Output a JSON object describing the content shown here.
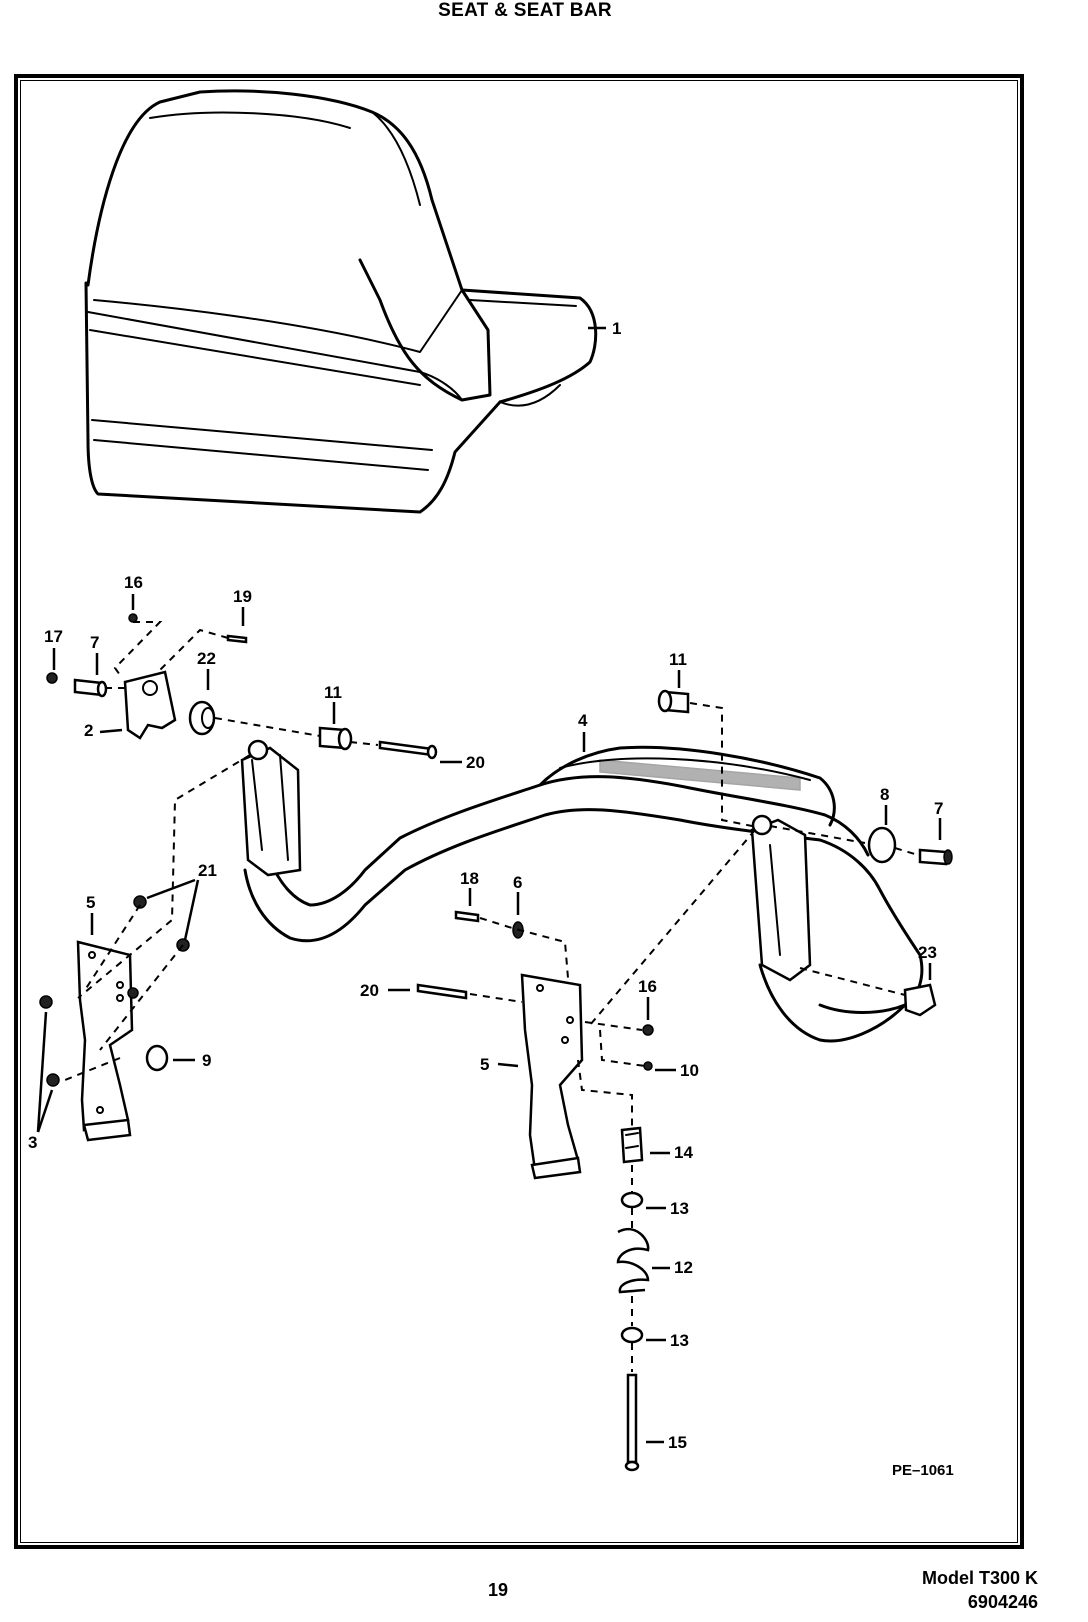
{
  "header": {
    "title": "SEAT & SEAT BAR"
  },
  "diagram": {
    "drawing_id": "PE–1061",
    "callouts": [
      "1",
      "16",
      "19",
      "17",
      "7",
      "22",
      "2",
      "11",
      "20",
      "4",
      "11",
      "8",
      "7",
      "21",
      "5",
      "18",
      "6",
      "3",
      "20",
      "16",
      "23",
      "9",
      "5",
      "10",
      "14",
      "13",
      "12",
      "13",
      "15"
    ]
  },
  "footer": {
    "page_number": "19",
    "model": "Model T300 K",
    "part_number": "6904246"
  }
}
